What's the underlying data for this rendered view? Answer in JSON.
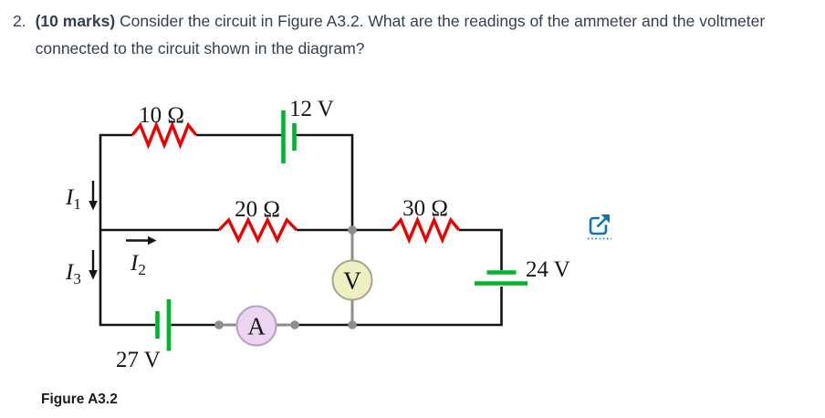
{
  "question": {
    "number": "2.",
    "marks": "(10 marks)",
    "text": "Consider the circuit in Figure A3.2. What are the readings of the ammeter and the voltmeter connected to the circuit shown in the diagram?"
  },
  "figure": {
    "caption": "Figure A3.2",
    "resistors": {
      "r1": "10 Ω",
      "r2": "20 Ω",
      "r3": "30 Ω"
    },
    "batteries": {
      "b1": "12 V",
      "b2": "24 V",
      "b3": "27 V"
    },
    "meters": {
      "voltmeter": "V",
      "ammeter": "A"
    },
    "currents": {
      "i1": {
        "symbol": "I",
        "sub": "1"
      },
      "i2": {
        "symbol": "I",
        "sub": "2"
      },
      "i3": {
        "symbol": "I",
        "sub": "3"
      }
    },
    "colors": {
      "resistor": "#ef0000",
      "battery": "#00b42c",
      "wire": "#141414",
      "meter_lead": "#8e8e8e",
      "voltmeter_fill": "#eef0c2",
      "voltmeter_stroke": "#a6a68c",
      "ammeter_fill": "#edd4f1",
      "ammeter_stroke": "#b79fc3",
      "link_blue": "#1173b4",
      "text": "#333f52"
    }
  },
  "icons": {
    "external_link": "external-link-icon"
  }
}
